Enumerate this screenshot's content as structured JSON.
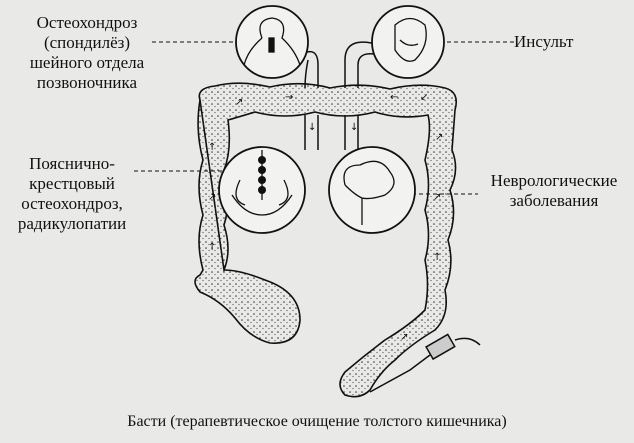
{
  "labels": {
    "cervical": [
      "Остеохондроз",
      "(спондилёз)",
      "шейного отдела",
      "позвоночника"
    ],
    "stroke": "Инсульт",
    "lumbar": [
      "Пояснично-",
      "крестцовый",
      "остеохондроз,",
      "радикулопатии"
    ],
    "neuro": [
      "Неврологические",
      "заболевания"
    ]
  },
  "caption": "Басти (терапевтическое очищение толстого кишечника)"
}
